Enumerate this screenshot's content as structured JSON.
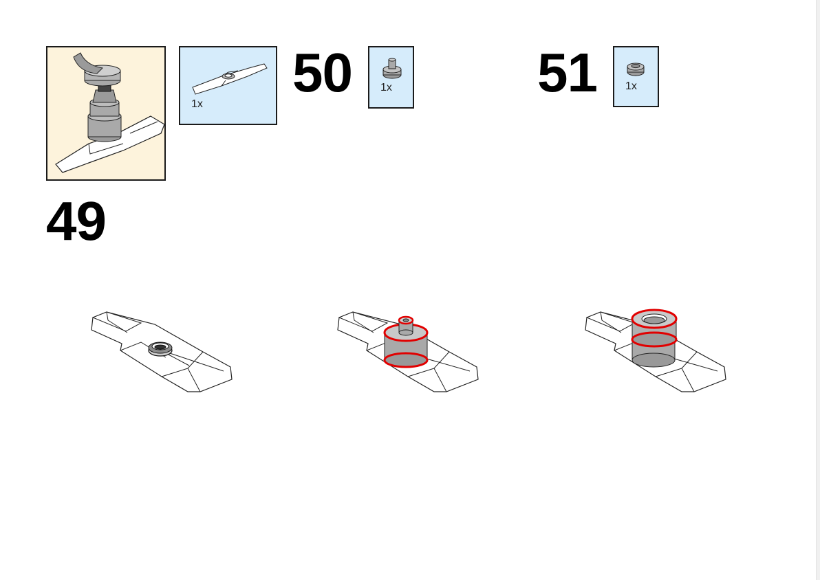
{
  "steps": [
    {
      "number": "49",
      "parts": [
        {
          "qty": "1x",
          "part": "ski-plate"
        }
      ]
    },
    {
      "number": "50",
      "parts": [
        {
          "qty": "1x",
          "part": "round-plate-with-stud"
        }
      ]
    },
    {
      "number": "51",
      "parts": [
        {
          "qty": "1x",
          "part": "round-ring-tile"
        }
      ]
    }
  ],
  "colors": {
    "callout_bg": "#fdf3dc",
    "pli_bg": "#d6ecfb",
    "part_gray": "#a9a9a9",
    "part_white": "#ffffff",
    "highlight": "#e10000"
  }
}
